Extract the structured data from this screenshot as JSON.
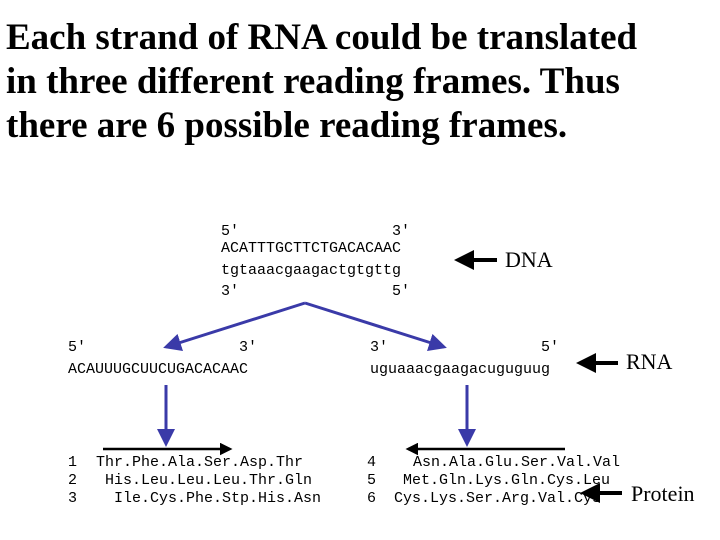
{
  "title": {
    "line1": "Each strand of RNA could be translated",
    "line2": "in three different reading frames.  Thus",
    "line3": "there are 6 possible reading frames."
  },
  "dna": {
    "top_ends": "5'                 3'",
    "top_strand": "ACATTTGCTTCTGACACAAC",
    "bottom_strand": "tgtaaacgaagactgtgttg",
    "bottom_ends": "3'                 5'",
    "label": "DNA"
  },
  "rna_left": {
    "ends": "5'                 3'",
    "sequence": "ACAUUUGCUUCUGACACAAC"
  },
  "rna_right": {
    "ends": "3'                 5'",
    "sequence": "uguaaacgaagacuguguug"
  },
  "rna_label": "RNA",
  "protein_left": {
    "frames": [
      {
        "num": "1",
        "seq": "Thr.Phe.Ala.Ser.Asp.Thr"
      },
      {
        "num": "2",
        "seq": "His.Leu.Leu.Leu.Thr.Gln"
      },
      {
        "num": "3",
        "seq": "Ile.Cys.Phe.Stp.His.Asn"
      }
    ]
  },
  "protein_right": {
    "frames": [
      {
        "num": "4",
        "seq": "Asn.Ala.Glu.Ser.Val.Val"
      },
      {
        "num": "5",
        "seq": "Met.Gln.Lys.Gln.Cys.Leu"
      },
      {
        "num": "6",
        "seq": "Cys.Lys.Ser.Arg.Val.Cys"
      }
    ]
  },
  "protein_label": "Protein",
  "colors": {
    "arrow": "#3a3aa8",
    "text": "#000000"
  }
}
